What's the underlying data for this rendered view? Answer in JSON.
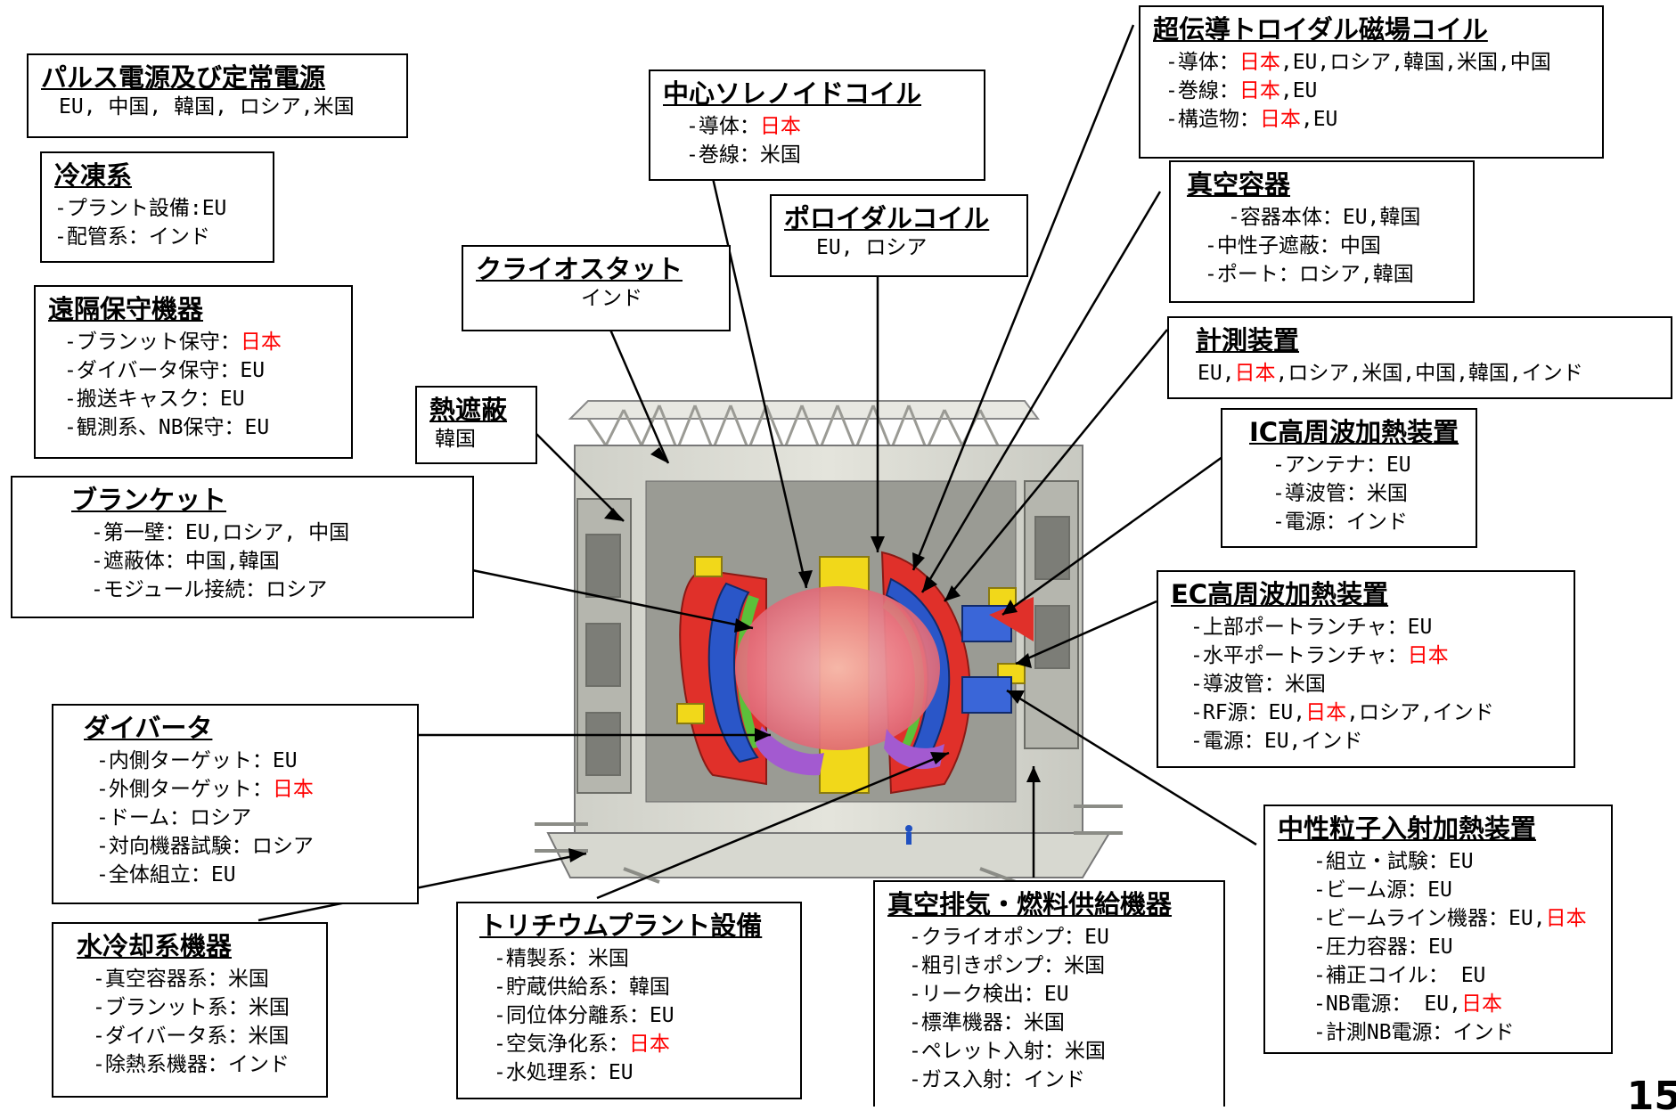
{
  "page_number": "15",
  "highlight_color": "#ff0000",
  "boxes": {
    "pulse": {
      "title": "パルス電源及び定常電源",
      "line": "EU, 中国, 韓国, ロシア,米国"
    },
    "cryo": {
      "title": "冷凍系",
      "items": [
        "-プラント設備:EU",
        "-配管系：インド"
      ]
    },
    "remote": {
      "title": "遠隔保守機器",
      "items": [
        {
          "pre": "-ブランット保守：",
          "red": "日本",
          "post": ""
        },
        {
          "pre": "-ダイバータ保守：EU",
          "red": "",
          "post": ""
        },
        {
          "pre": "-搬送キャスク：EU",
          "red": "",
          "post": ""
        },
        {
          "pre": "-観測系、NB保守：EU",
          "red": "",
          "post": ""
        }
      ]
    },
    "thermal": {
      "title": "熱遮蔽",
      "line": "韓国"
    },
    "blanket": {
      "title": "ブランケット",
      "items": [
        "-第一壁：EU,ロシア, 中国",
        "-遮蔽体：中国,韓国",
        "-モジュール接続：ロシア"
      ]
    },
    "divertor": {
      "title": "ダイバータ",
      "items": [
        {
          "pre": "-内側ターゲット：EU",
          "red": "",
          "post": ""
        },
        {
          "pre": "-外側ターゲット：",
          "red": "日本",
          "post": ""
        },
        {
          "pre": "-ドーム：ロシア",
          "red": "",
          "post": ""
        },
        {
          "pre": "-対向機器試験：ロシア",
          "red": "",
          "post": ""
        },
        {
          "pre": "-全体組立：EU",
          "red": "",
          "post": ""
        }
      ]
    },
    "water": {
      "title": "水冷却系機器",
      "items": [
        "-真空容器系：米国",
        "-ブランット系：米国",
        "-ダイバータ系：米国",
        "-除熱系機器：インド"
      ]
    },
    "cryostat": {
      "title": "クライオスタット",
      "line": "インド"
    },
    "cs": {
      "title": "中心ソレノイドコイル",
      "items": [
        {
          "pre": "-導体：",
          "red": "日本",
          "post": ""
        },
        {
          "pre": "-巻線：米国",
          "red": "",
          "post": ""
        }
      ]
    },
    "pf": {
      "title": "ポロイダルコイル",
      "line": "EU, ロシア"
    },
    "tf": {
      "title": "超伝導トロイダル磁場コイル",
      "items": [
        {
          "pre": "-導体：",
          "red": "日本",
          "post": ",EU,ロシア,韓国,米国,中国"
        },
        {
          "pre": "-巻線：",
          "red": "日本",
          "post": ",EU"
        },
        {
          "pre": "-構造物：",
          "red": "日本",
          "post": ",EU"
        }
      ]
    },
    "vv": {
      "title": "真空容器",
      "items": [
        "-容器本体：EU,韓国",
        "-中性子遮蔽：中国",
        "-ポート：ロシア,韓国"
      ]
    },
    "diag": {
      "title": "計測装置",
      "items": [
        {
          "pre": "EU,",
          "red": "日本",
          "post": ",ロシア,米国,中国,韓国,インド"
        }
      ]
    },
    "ic": {
      "title": "IC高周波加熱装置",
      "items": [
        "-アンテナ：EU",
        "-導波管：米国",
        "-電源：インド"
      ]
    },
    "ec": {
      "title": "EC高周波加熱装置",
      "items": [
        {
          "pre": "-上部ポートランチャ：EU",
          "red": "",
          "post": ""
        },
        {
          "pre": "-水平ポートランチャ：",
          "red": "日本",
          "post": ""
        },
        {
          "pre": "-導波管：米国",
          "red": "",
          "post": ""
        },
        {
          "pre": "-RF源：EU,",
          "red": "日本",
          "post": ",ロシア,インド"
        },
        {
          "pre": "-電源：EU,インド",
          "red": "",
          "post": ""
        }
      ]
    },
    "nbi": {
      "title": "中性粒子入射加熱装置",
      "items": [
        {
          "pre": "-組立・試験：EU",
          "red": "",
          "post": ""
        },
        {
          "pre": "-ビーム源：EU",
          "red": "",
          "post": ""
        },
        {
          "pre": "-ビームライン機器：EU,",
          "red": "日本",
          "post": ""
        },
        {
          "pre": "-圧力容器：EU",
          "red": "",
          "post": ""
        },
        {
          "pre": "-補正コイル： EU",
          "red": "",
          "post": ""
        },
        {
          "pre": "-NB電源： EU,",
          "red": "日本",
          "post": ""
        },
        {
          "pre": "-計測NB電源：インド",
          "red": "",
          "post": ""
        }
      ]
    },
    "tritium": {
      "title": "トリチウムプラント設備",
      "items": [
        {
          "pre": "-精製系：米国",
          "red": "",
          "post": ""
        },
        {
          "pre": "-貯蔵供給系：韓国",
          "red": "",
          "post": ""
        },
        {
          "pre": "-同位体分離系：EU",
          "red": "",
          "post": ""
        },
        {
          "pre": "-空気浄化系：",
          "red": "日本",
          "post": ""
        },
        {
          "pre": "-水処理系：EU",
          "red": "",
          "post": ""
        }
      ]
    },
    "vacuum": {
      "title": "真空排気・燃料供給機器",
      "items": [
        "-クライオポンプ：EU",
        "-粗引きポンプ：米国",
        "-リーク検出：EU",
        "-標準機器：米国",
        "-ペレット入射：米国",
        "-ガス入射：インド"
      ]
    }
  }
}
